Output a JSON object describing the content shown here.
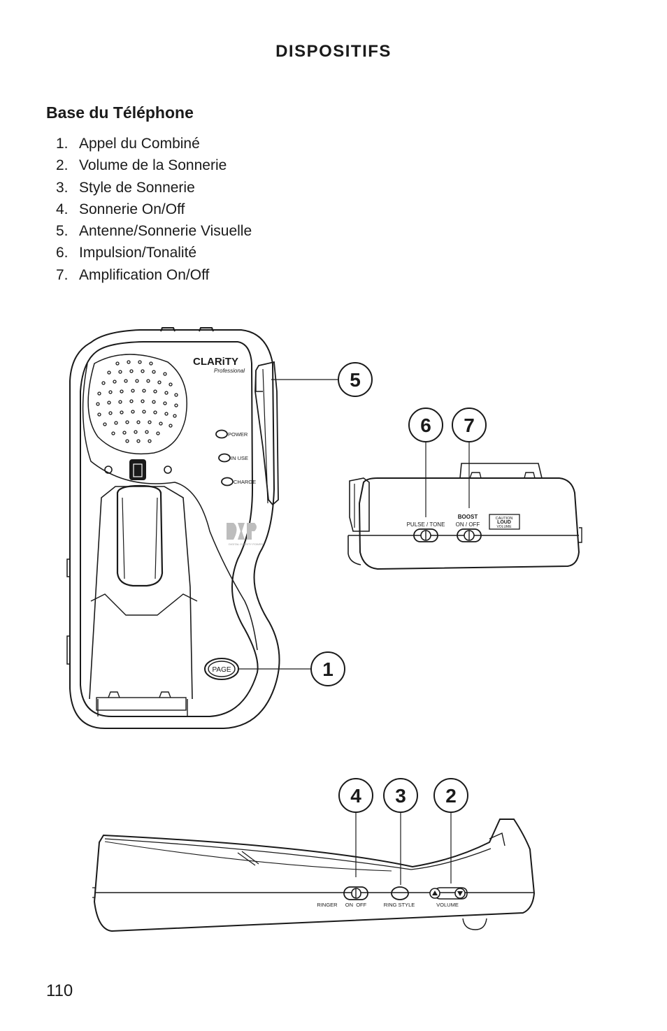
{
  "heading": "DISPOSITIFS",
  "subheading": "Base du Téléphone",
  "items": [
    {
      "num": "1.",
      "label": "Appel du Combiné"
    },
    {
      "num": "2.",
      "label": "Volume de la Sonnerie"
    },
    {
      "num": "3.",
      "label": "Style de Sonnerie"
    },
    {
      "num": "4.",
      "label": "Sonnerie On/Off"
    },
    {
      "num": "5.",
      "label": "Antenne/Sonnerie Visuelle"
    },
    {
      "num": "6.",
      "label": "Impulsion/Tonalité"
    },
    {
      "num": "7.",
      "label": "Amplification On/Off"
    }
  ],
  "figure": {
    "brand": "CLARiTY",
    "brand_sub": "Professional",
    "indicators": {
      "power": "POWER",
      "in_use": "IN USE",
      "charge": "CHARGE"
    },
    "logo_caption": "DIGITAL CLARITY POWER",
    "page_button": "PAGE",
    "side_labels": {
      "pulse_tone": "PULSE / TONE",
      "boost": "BOOST",
      "boost_onoff": "ON / OFF",
      "caution_1": "CAUTION",
      "caution_2": "LOUD",
      "caution_3": "VOLUME"
    },
    "bottom_labels": {
      "ringer": "RINGER",
      "on_off": "ON  OFF",
      "ring_style": "RING STYLE",
      "volume": "VOLUME"
    },
    "callouts": [
      "1",
      "2",
      "3",
      "4",
      "5",
      "6",
      "7"
    ]
  },
  "page_number": "110"
}
